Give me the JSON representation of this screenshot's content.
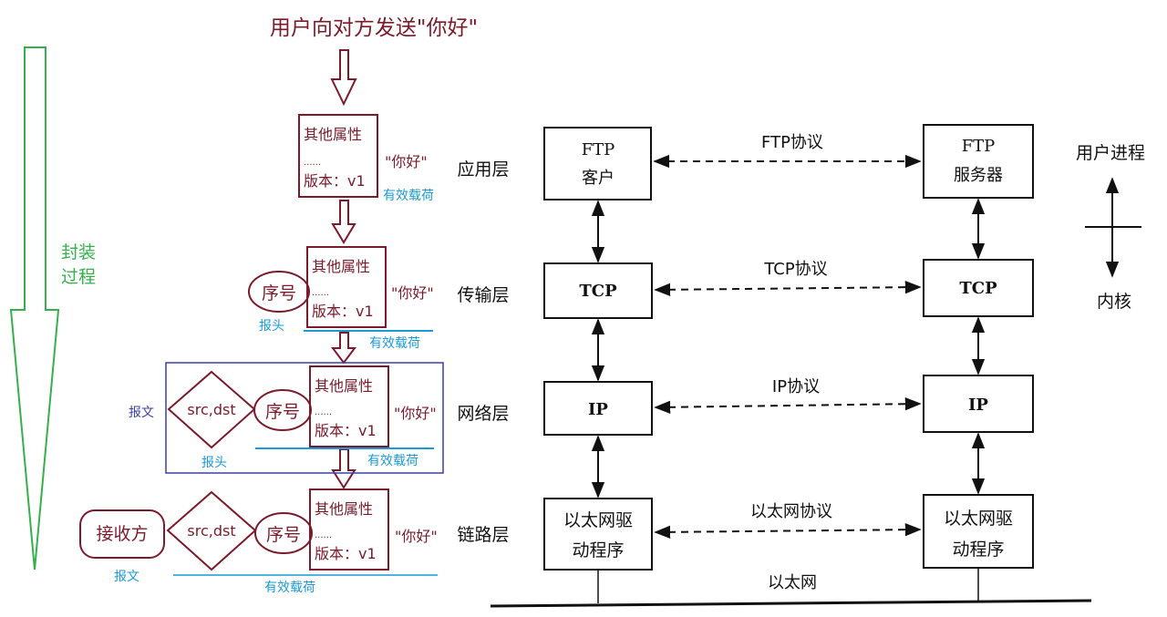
{
  "title": "用户向对方发送\"你好\"",
  "encapsulation_label": [
    "封装",
    "过程"
  ],
  "packet": {
    "field_top": "其他属性",
    "field_dots": "......",
    "field_bottom": "版本：v1",
    "payload": "\"你好\"",
    "seq": "序号",
    "addr": "src,dst",
    "receiver": "接收方",
    "payload_tag": "有效载荷",
    "header_tag": "报头",
    "message_tag": "报文"
  },
  "layers": [
    "应用层",
    "传输层",
    "网络层",
    "链路层"
  ],
  "stack": {
    "client_boxes": [
      [
        "FTP",
        "客户"
      ],
      [
        "TCP"
      ],
      [
        "IP"
      ],
      [
        "以太网驱",
        "动程序"
      ]
    ],
    "server_boxes": [
      [
        "FTP",
        "服务器"
      ],
      [
        "TCP"
      ],
      [
        "IP"
      ],
      [
        "以太网驱",
        "动程序"
      ]
    ],
    "protocols": [
      "FTP协议",
      "TCP协议",
      "IP协议",
      "以太网协议"
    ],
    "bus": "以太网"
  },
  "side": {
    "top": "用户进程",
    "bottom": "内核"
  },
  "colors": {
    "maroon": "#7b1a2a",
    "cyan": "#1a9ad6",
    "green": "#35b04a",
    "navy": "#3b3fa8",
    "ink": "#111111"
  }
}
